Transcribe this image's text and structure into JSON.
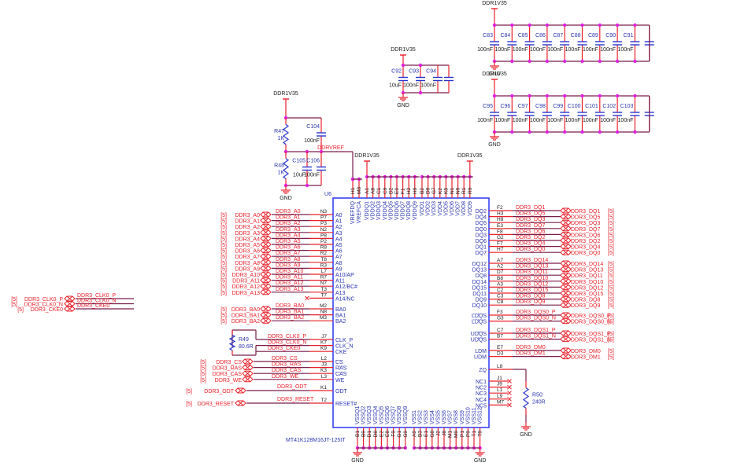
{
  "colors": {
    "wire": "#7a1f4a",
    "pin": "#e8202a",
    "junction": "#e020e0",
    "ic_body": "#2a35f0",
    "component": "#2a35d0",
    "net_label": "#e8202a",
    "text": "#1a1a1a"
  },
  "power_net": "DDR1V35",
  "ground_net": "GND",
  "decoupling_banks": [
    {
      "caps": [
        {
          "ref": "C83",
          "value": "100nF"
        },
        {
          "ref": "C84",
          "value": "100nF"
        },
        {
          "ref": "C85",
          "value": "100nF"
        },
        {
          "ref": "C86",
          "value": "100nF"
        },
        {
          "ref": "C87",
          "value": "100nF"
        },
        {
          "ref": "C88",
          "value": "100nF"
        },
        {
          "ref": "C89",
          "value": "100nF"
        },
        {
          "ref": "C90",
          "value": "100nF"
        },
        {
          "ref": "C91",
          "value": "100nF"
        }
      ]
    },
    {
      "caps": [
        {
          "ref": "C95",
          "value": "100nF"
        },
        {
          "ref": "C96",
          "value": "100nF"
        },
        {
          "ref": "C97",
          "value": "100nF"
        },
        {
          "ref": "C98",
          "value": "100nF"
        },
        {
          "ref": "C99",
          "value": "100nF"
        },
        {
          "ref": "C100",
          "value": "100nF"
        },
        {
          "ref": "C101",
          "value": "100nF"
        },
        {
          "ref": "C102",
          "value": "100nF"
        },
        {
          "ref": "C103",
          "value": "100nF"
        }
      ]
    },
    {
      "caps": [
        {
          "ref": "C92",
          "value": "10uF"
        },
        {
          "ref": "C93",
          "value": "100nF"
        },
        {
          "ref": "C94",
          "value": "100nF"
        }
      ]
    }
  ],
  "vref": {
    "net_label": "DDRVREF",
    "r_top": {
      "ref": "R47",
      "value": "1K"
    },
    "r_bot": {
      "ref": "R48",
      "value": "1K"
    },
    "c_top": {
      "ref": "C104",
      "value": "100nF"
    },
    "c_left": {
      "ref": "C105",
      "value": "10uF"
    },
    "c_right": {
      "ref": "C106",
      "value": "100nF"
    }
  },
  "ic": {
    "ref": "U6",
    "part": "MT41K128M16JT-125IT",
    "top_left_pins": [
      {
        "name": "VREFDQ",
        "num": "H1"
      },
      {
        "name": "VREFCA",
        "num": "M8"
      }
    ],
    "top_vddq_pins": [
      {
        "name": "VDDQ1",
        "num": "A1"
      },
      {
        "name": "VDDQ2",
        "num": "A8"
      },
      {
        "name": "VDDQ3",
        "num": "C1"
      },
      {
        "name": "VDDQ4",
        "num": "C9"
      },
      {
        "name": "VDDQ5",
        "num": "D2"
      },
      {
        "name": "VDDQ6",
        "num": "E9"
      },
      {
        "name": "VDDQ7",
        "num": "F1"
      },
      {
        "name": "VDDQ8",
        "num": "H2"
      },
      {
        "name": "VDDQ9",
        "num": "H9"
      }
    ],
    "top_vdd_pins": [
      {
        "name": "VDD1",
        "num": "B2"
      },
      {
        "name": "VDD2",
        "num": "D9"
      },
      {
        "name": "VDD3",
        "num": "G7"
      },
      {
        "name": "VDD4",
        "num": "K2"
      },
      {
        "name": "VDD5",
        "num": "K8"
      },
      {
        "name": "VDD6",
        "num": "N1"
      },
      {
        "name": "VDD7",
        "num": "N9"
      },
      {
        "name": "VDD8",
        "num": "R1"
      },
      {
        "name": "VDD9",
        "num": "R9"
      }
    ],
    "bottom_vssq_pins": [
      {
        "name": "VSSQ1",
        "num": "B1"
      },
      {
        "name": "VSSQ2",
        "num": "B9"
      },
      {
        "name": "VSSQ3",
        "num": "D1"
      },
      {
        "name": "VSSQ4",
        "num": "D8"
      },
      {
        "name": "VSSQ5",
        "num": "E2"
      },
      {
        "name": "VSSQ6",
        "num": "E8"
      },
      {
        "name": "VSSQ7",
        "num": "F9"
      },
      {
        "name": "VSSQ8",
        "num": "G1"
      },
      {
        "name": "VSSQ9",
        "num": "G9"
      }
    ],
    "bottom_vss_pins": [
      {
        "name": "VSS1",
        "num": "A9"
      },
      {
        "name": "VSS2",
        "num": "B3"
      },
      {
        "name": "VSS3",
        "num": "E1"
      },
      {
        "name": "VSS4",
        "num": "G8"
      },
      {
        "name": "VSS5",
        "num": "J2"
      },
      {
        "name": "VSS6",
        "num": "J8"
      },
      {
        "name": "VSS7",
        "num": "M1"
      },
      {
        "name": "VSS8",
        "num": "M9"
      },
      {
        "name": "VSS9",
        "num": "P1"
      },
      {
        "name": "VSS10",
        "num": "P9"
      },
      {
        "name": "VSS11",
        "num": "T1"
      },
      {
        "name": "VSS12",
        "num": "T9"
      }
    ],
    "addr_pins": [
      {
        "name": "A0",
        "num": "N3",
        "net": "DDR3_A0",
        "port": "DDR3_A0"
      },
      {
        "name": "A1",
        "num": "P7",
        "net": "DDR3_A1",
        "port": "DDR3_A1"
      },
      {
        "name": "A2",
        "num": "P3",
        "net": "DDR3_A2",
        "port": "DDR3_A2"
      },
      {
        "name": "A3",
        "num": "N2",
        "net": "DDR3_A3",
        "port": "DDR3_A3"
      },
      {
        "name": "A4",
        "num": "P8",
        "net": "DDR3_A4",
        "port": "DDR3_A4"
      },
      {
        "name": "A5",
        "num": "P2",
        "net": "DDR3_A5",
        "port": "DDR3_A5"
      },
      {
        "name": "A6",
        "num": "R8",
        "net": "DDR3_A6",
        "port": "DDR3_A6"
      },
      {
        "name": "A7",
        "num": "R2",
        "net": "DDR3_A7",
        "port": "DDR3_A7"
      },
      {
        "name": "A8",
        "num": "T8",
        "net": "DDR3_A8",
        "port": "DDR3_A8"
      },
      {
        "name": "A9",
        "num": "R3",
        "net": "DDR3_A9",
        "port": "DDR3_A9"
      },
      {
        "name": "A10/AP",
        "num": "L7",
        "net": "DDR3_A10",
        "port": "DDR3_A10"
      },
      {
        "name": "A11",
        "num": "R7",
        "net": "DDR3_A11",
        "port": "DDR3_A11"
      },
      {
        "name": "A12/BC#",
        "num": "N7",
        "net": "DDR3_A12",
        "port": "DDR3_A12"
      },
      {
        "name": "A13",
        "num": "T3",
        "net": "DDR3_A13",
        "port": "DDR3_A13"
      },
      {
        "name": "A14/NC",
        "num": "T7",
        "net": "",
        "port": ""
      }
    ],
    "bank_pins": [
      {
        "name": "BA0",
        "num": "M2",
        "net": "DDR3_BA0",
        "port": "DDR3_BA0"
      },
      {
        "name": "BA1",
        "num": "N8",
        "net": "DDR3_BA1",
        "port": "DDR3_BA1"
      },
      {
        "name": "BA2",
        "num": "M3",
        "net": "DDR3_BA2",
        "port": "DDR3_BA2"
      }
    ],
    "clk_pins": [
      {
        "name": "CLK_P",
        "num": "J7",
        "net": "DDR3_CLK0_P"
      },
      {
        "name": "CLK_N",
        "num": "K7",
        "net": "DDR3_CLK0_N"
      },
      {
        "name": "CKE",
        "num": "K9",
        "net": "DDR3_CKE0"
      }
    ],
    "ctrl_pins": [
      {
        "name": "CS",
        "num": "L2",
        "net": "DDR3_CS",
        "port": "DDR3_CS"
      },
      {
        "name": "RAS",
        "num": "J3",
        "net": "DDR3_RAS",
        "port": "DDR3_RAS"
      },
      {
        "name": "CAS",
        "num": "K3",
        "net": "DDR3_CAS",
        "port": "DDR3_CAS"
      },
      {
        "name": "WE",
        "num": "L3",
        "net": "DDR3_WE",
        "port": "DDR3_WE"
      }
    ],
    "odt_pin": {
      "name": "ODT",
      "num": "K1",
      "net": "DDR3_ODT",
      "port": "DDR3_ODT"
    },
    "reset_pin": {
      "name": "RESET#",
      "num": "T2",
      "net": "DDR3_RESET",
      "port": "DDR3_RESET"
    },
    "dq_low_pins": [
      {
        "name": "DQ2",
        "num": "F2",
        "net": "DDR3_DQ1",
        "port": "DDR3_DQ1"
      },
      {
        "name": "DQ4",
        "num": "H3",
        "net": "DDR3_DQ5",
        "port": "DDR3_DQ5"
      },
      {
        "name": "DQ5",
        "num": "H8",
        "net": "DDR3_DQ3",
        "port": "DDR3_DQ3"
      },
      {
        "name": "DQ0",
        "num": "E3",
        "net": "DDR3_DQ7",
        "port": "DDR3_DQ7"
      },
      {
        "name": "DQ3",
        "num": "F8",
        "net": "DDR3_DQ6",
        "port": "DDR3_DQ6"
      },
      {
        "name": "DQ6",
        "num": "G2",
        "net": "DDR3_DQ2",
        "port": "DDR3_DQ2"
      },
      {
        "name": "DQ1",
        "num": "F7",
        "net": "DDR3_DQ4",
        "port": "DDR3_DQ4"
      },
      {
        "name": "DQ7",
        "num": "H7",
        "net": "DDR3_DQ0",
        "port": "DDR3_DQ0"
      }
    ],
    "dq_high_pins": [
      {
        "name": "DQ12",
        "num": "A7",
        "net": "DDR3_DQ14",
        "port": "DDR3_DQ14"
      },
      {
        "name": "DQ13",
        "num": "A2",
        "net": "DDR3_DQ13",
        "port": "DDR3_DQ13"
      },
      {
        "name": "DQ8",
        "num": "D7",
        "net": "DDR3_DQ11",
        "port": "DDR3_DQ11"
      },
      {
        "name": "DQ14",
        "num": "B8",
        "net": "DDR3_DQ10",
        "port": "DDR3_DQ10"
      },
      {
        "name": "DQ15",
        "num": "A3",
        "net": "DDR3_DQ12",
        "port": "DDR3_DQ12"
      },
      {
        "name": "DQ11",
        "num": "C2",
        "net": "DDR3_DQ15",
        "port": "DDR3_DQ15"
      },
      {
        "name": "DQ9",
        "num": "C3",
        "net": "DDR3_DQ8",
        "port": "DDR3_DQ8"
      },
      {
        "name": "DQ10",
        "num": "C8",
        "net": "DDR3_DQ9",
        "port": "DDR3_DQ9"
      }
    ],
    "dqs_pins": [
      {
        "name": "LDQS",
        "num": "F3",
        "net": "DDR3_DQS0_P",
        "port": "DDR3_DQS0_P",
        "overbar": false
      },
      {
        "name": "LDQS",
        "num": "G3",
        "net": "DDR3_DQS0_N",
        "port": "DDR3_DQS0_N",
        "overbar": true
      },
      {
        "name": "UDQS",
        "num": "C7",
        "net": "DDR3_DQS1_P",
        "port": "DDR3_DQS1_P",
        "overbar": false
      },
      {
        "name": "UDQS",
        "num": "B7",
        "net": "DDR3_DQS1_N",
        "port": "DDR3_DQS1_N",
        "overbar": true
      }
    ],
    "dm_pins": [
      {
        "name": "LDM",
        "num": "E7",
        "net": "DDR3_DM0",
        "port": "DDR3_DM0"
      },
      {
        "name": "UDM",
        "num": "D3",
        "net": "DDR3_DM1",
        "port": "DDR3_DM1"
      }
    ],
    "zq_pin": {
      "name": "ZQ",
      "num": "L8"
    },
    "nc_pins": [
      {
        "name": "NC1",
        "num": "J1"
      },
      {
        "name": "NC2",
        "num": "J9"
      },
      {
        "name": "NC3",
        "num": "L1"
      },
      {
        "name": "NC4",
        "num": "L9"
      },
      {
        "name": "NC5",
        "num": "M7"
      }
    ]
  },
  "r49": {
    "ref": "R49",
    "value": "80.6R"
  },
  "r50": {
    "ref": "R50",
    "value": "240R"
  },
  "clk_ports": [
    {
      "port": "DDR3_CLK0_P",
      "net": "DDR3_CLK0_P"
    },
    {
      "port": "DDR3_CLK0_N",
      "net": "DDR3_CLK0_N"
    },
    {
      "port": "DDR3_CKE0",
      "net": "DDR3_CKE0"
    }
  ],
  "sheet_ref": "[5]"
}
